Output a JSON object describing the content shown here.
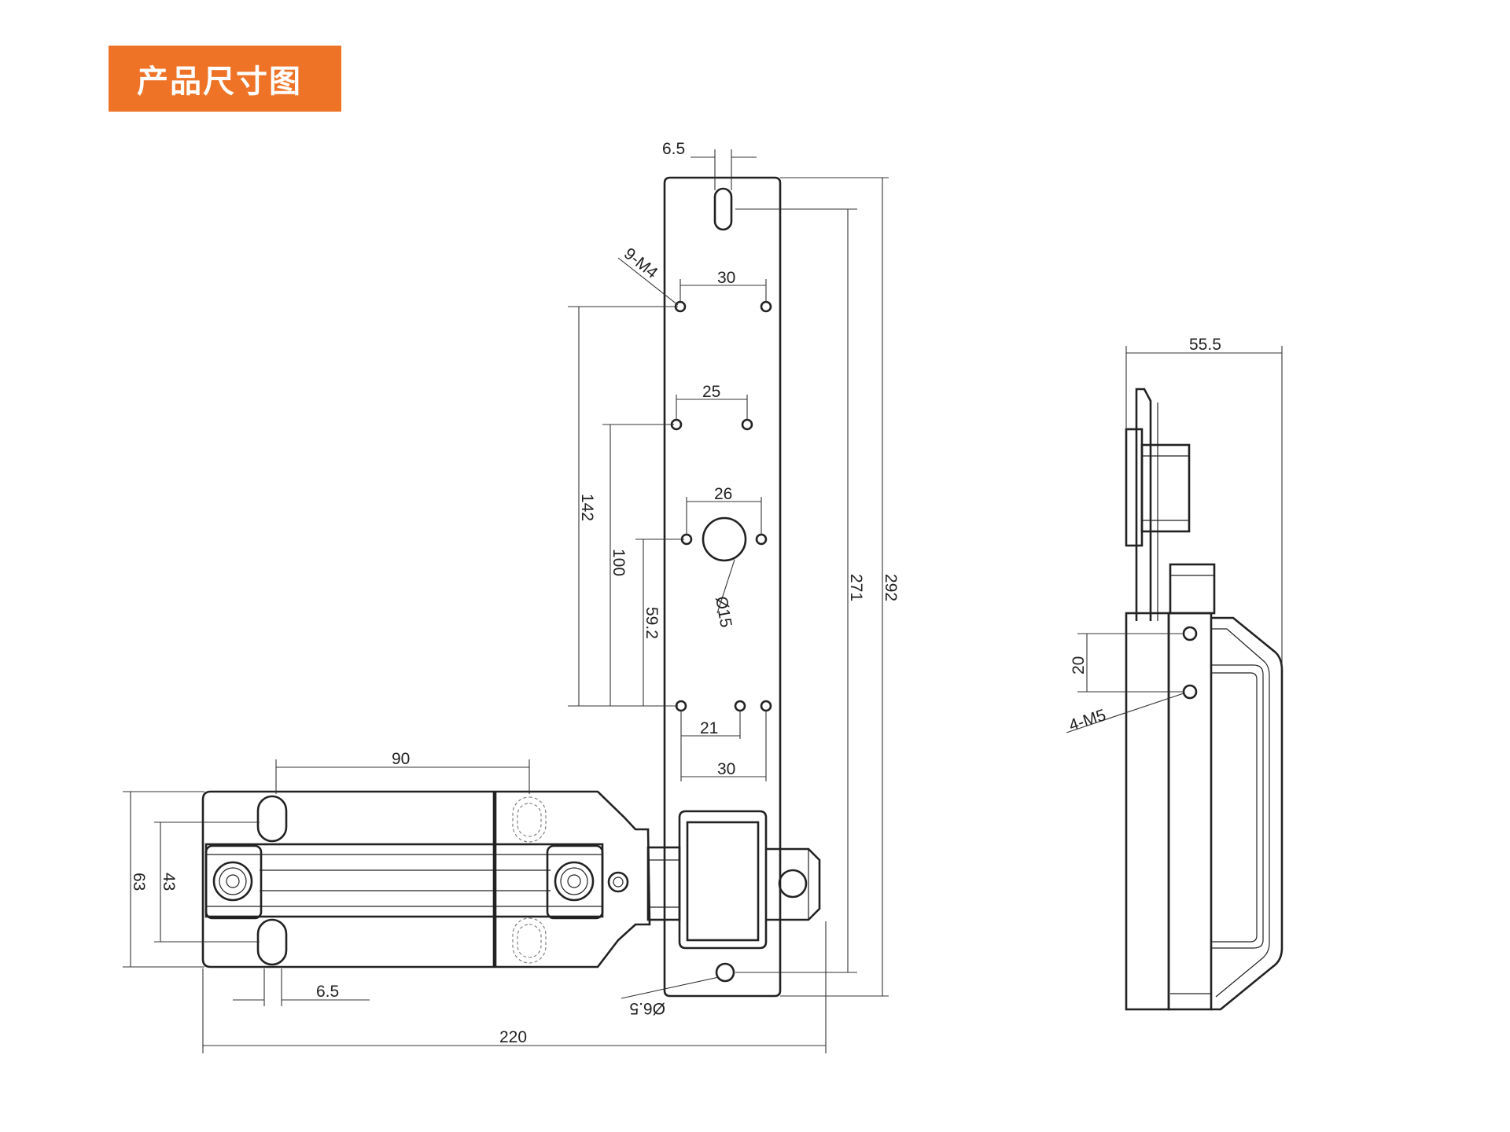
{
  "title": "产品尺寸图",
  "colors": {
    "accent": "#EE7326",
    "line": "#222222"
  },
  "dims": {
    "top_slot_width": "6.5",
    "holes_spacing_top": "30",
    "thread_holes": "9-M4",
    "holes_spacing_mid": "25",
    "holes_spacing_center": "26",
    "total_hole_span": "142",
    "dist_100": "100",
    "dist_59": "59.2",
    "center_hole_dia": "Ø15",
    "inner_length": "271",
    "total_length": "292",
    "holes_spacing_bottom_21": "21",
    "holes_spacing_bottom_30": "30",
    "bolt_slot_spacing": "90",
    "bolt_height": "63",
    "bolt_slot_height": "43",
    "bolt_slot_width": "6.5",
    "bottom_hole_dia": "Ø6.5",
    "total_width": "220",
    "side_depth": "55.5",
    "side_hole_spacing": "20",
    "side_thread_holes": "4-M5"
  }
}
